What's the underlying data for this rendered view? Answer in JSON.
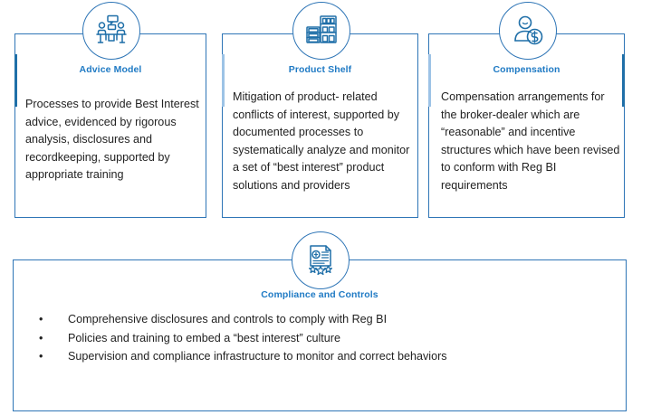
{
  "theme": {
    "border_color": "#2E75B6",
    "title_color": "#1F7AC4",
    "body_color": "#222222",
    "accent_dark": "#1F6FA8",
    "accent_light": "#9DC3E6",
    "background": "#FFFFFF"
  },
  "top_cards": [
    {
      "id": "advice-model",
      "icon": "meeting-people-speech-bubble-icon",
      "title": "Advice Model",
      "body": "Processes to provide Best Interest advice, evidenced by rigorous analysis, disclosures and recordkeeping, supported by appropriate training"
    },
    {
      "id": "product-shelf",
      "icon": "shelf-storage-unit-icon",
      "title": "Product Shelf",
      "body": "Mitigation of product- related conflicts of interest, supported by documented processes to systematically analyze and monitor a set of “best interest” product solutions and providers"
    },
    {
      "id": "compensation",
      "icon": "person-dollar-icon",
      "title": "Compensation",
      "body": "Compensation arrangements for the broker-dealer which are “reasonable” and incentive structures which have been revised to conform with Reg BI requirements"
    }
  ],
  "bottom_card": {
    "id": "compliance-and-controls",
    "icon": "certificate-stars-icon",
    "title": "Compliance and Controls",
    "bullet_marker": "•",
    "bullets": [
      "Comprehensive disclosures and controls to comply with Reg BI",
      "Policies and training to embed a “best interest” culture",
      "Supervision and compliance infrastructure to monitor and correct behaviors"
    ]
  }
}
